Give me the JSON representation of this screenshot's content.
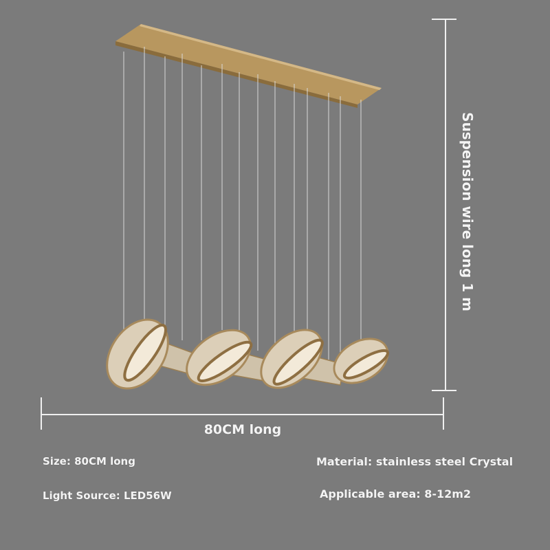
{
  "dimensions": {
    "width_label": "80CM long",
    "wire_label": "Suspension wire long 1 m"
  },
  "specs": {
    "size": "Size: 80CM long",
    "light_source": "Light Source: LED56W",
    "material": "Material: stainless steel Crystal",
    "area": "Applicable area: 8-12m2"
  },
  "colors": {
    "background": "#7b7b7b",
    "gold": "#b8975f",
    "crystal": "#d9ccb5"
  }
}
